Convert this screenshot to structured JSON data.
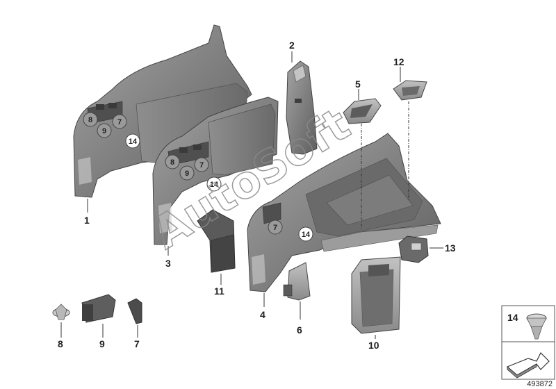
{
  "callouts": {
    "c1": "1",
    "c2": "2",
    "c3": "3",
    "c4": "4",
    "c5": "5",
    "c6": "6",
    "c7": "7",
    "c8": "8",
    "c9": "9",
    "c10": "10",
    "c11": "11",
    "c12": "12",
    "c13": "13"
  },
  "circled": {
    "a8": "8",
    "a9": "9",
    "a7": "7",
    "a14": "14",
    "b8": "8",
    "b9": "9",
    "b7": "7",
    "b14": "14",
    "d7": "7",
    "d14": "14"
  },
  "legend": {
    "item_number": "14"
  },
  "watermark": "AutoSoft",
  "part_number": "493872",
  "colors": {
    "part_dark": "#6e6e6e",
    "part_mid": "#8c8c8c",
    "part_light": "#a9a9a9",
    "line": "#333333"
  }
}
